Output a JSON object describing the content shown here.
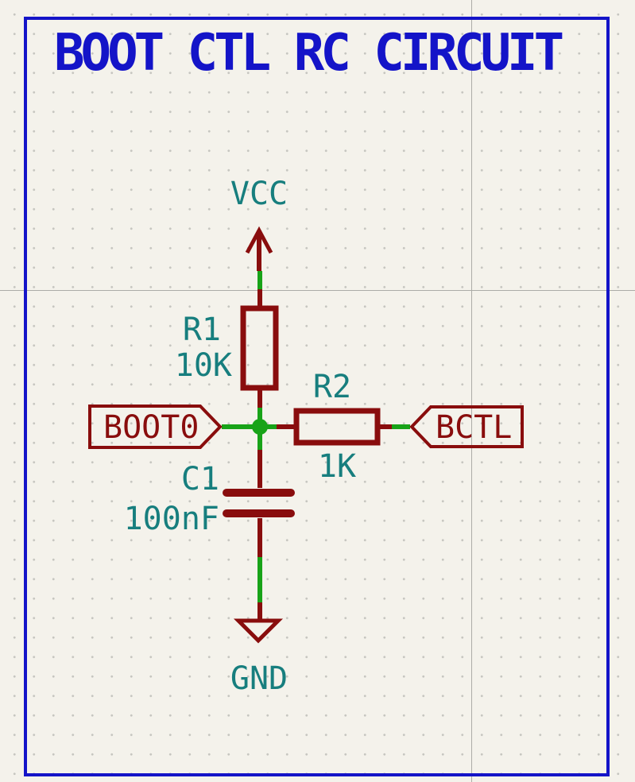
{
  "app": {
    "view": "schematic-editor-canvas"
  },
  "title_block": {
    "title": "BOOT CTL RC CIRCUIT"
  },
  "power_symbols": {
    "vcc": {
      "name": "VCC",
      "style": "arrow-up"
    },
    "gnd": {
      "name": "GND",
      "style": "open-triangle-down"
    }
  },
  "components": {
    "r1": {
      "reference": "R1",
      "value": "10K",
      "type": "resistor",
      "orientation": "vertical"
    },
    "r2": {
      "reference": "R2",
      "value": "1K",
      "type": "resistor",
      "orientation": "horizontal"
    },
    "c1": {
      "reference": "C1",
      "value": "100nF",
      "type": "capacitor",
      "orientation": "vertical"
    }
  },
  "global_labels": {
    "boot0": {
      "text": "BOOT0",
      "points": "right"
    },
    "bctl": {
      "text": "BCTL",
      "points": "left"
    }
  },
  "colors": {
    "background": "#F4F2EB",
    "sheet_border": "#1414C8",
    "title_text": "#1414C8",
    "component_outline": "#890D0D",
    "label_text": "#890D0D",
    "value_text": "#177E7E",
    "wire": "#18A318",
    "junction": "#18A318",
    "grid_dot": "#C6C5C0",
    "axis_line": "#ACACA8"
  }
}
